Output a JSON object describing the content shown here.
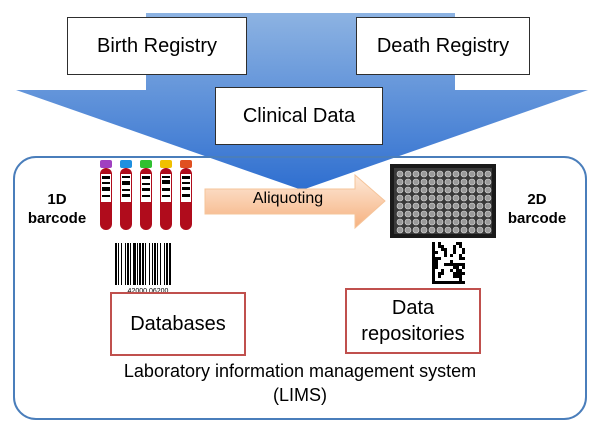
{
  "sources": {
    "birth_registry": "Birth Registry",
    "death_registry": "Death Registry",
    "clinical_data": "Clinical Data"
  },
  "lims": {
    "label_line1": "Laboratory information management system",
    "label_line2": "(LIMS)",
    "barcode_1d_line1": "1D",
    "barcode_1d_line2": "barcode",
    "barcode_number": "42000 06200",
    "barcode_2d_line1": "2D",
    "barcode_2d_line2": "barcode",
    "aliquoting": "Aliquoting",
    "databases": "Databases",
    "data_repositories_line1": "Data",
    "data_repositories_line2": "repositories"
  },
  "colors": {
    "arrow_top": "#8db3e2",
    "arrow_bottom": "#2f6fd0",
    "lims_border": "#4a7ebb",
    "red_box_border": "#c0504d",
    "aliquot_light": "#fde9d9",
    "aliquot_dark": "#f6b17f",
    "tube_red": "#b00c1c",
    "tube_caps": [
      "#a040c0",
      "#1e90e0",
      "#30c030",
      "#f0c000",
      "#e05020"
    ]
  },
  "icons": [
    "blood-tube-icon",
    "1d-barcode-icon",
    "2d-barcode-icon",
    "plate-rack-icon"
  ]
}
